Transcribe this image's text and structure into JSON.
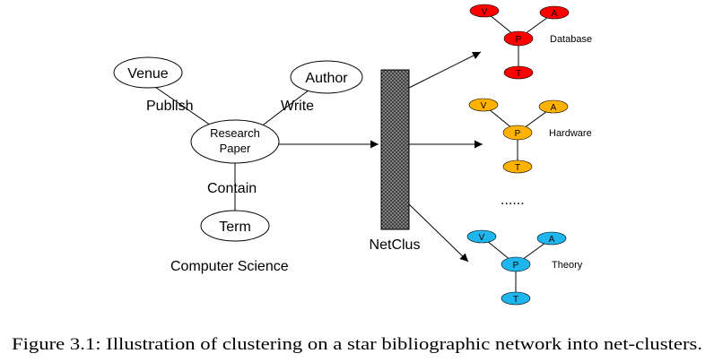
{
  "network": {
    "nodes": {
      "venue": "Venue",
      "author": "Author",
      "paper_line1": "Research",
      "paper_line2": "Paper",
      "term": "Term"
    },
    "edges": {
      "publish": "Publish",
      "write": "Write",
      "contain": "Contain"
    },
    "domain_label": "Computer Science"
  },
  "algorithm": {
    "name": "NetClus",
    "fill_color": "#8a8a8a"
  },
  "clusters": [
    {
      "name": "Database",
      "color": "#ff0000",
      "v": "V",
      "a": "A",
      "p": "P",
      "t": "T"
    },
    {
      "name": "Hardware",
      "color": "#ffb300",
      "v": "V",
      "a": "A",
      "p": "P",
      "t": "T"
    },
    {
      "name": "Theory",
      "color": "#1fb6ee",
      "v": "V",
      "a": "A",
      "p": "P",
      "t": "T"
    }
  ],
  "ellipsis": "......",
  "caption": "Figure 3.1: Illustration of clustering on a star bibliographic network into net-clusters."
}
